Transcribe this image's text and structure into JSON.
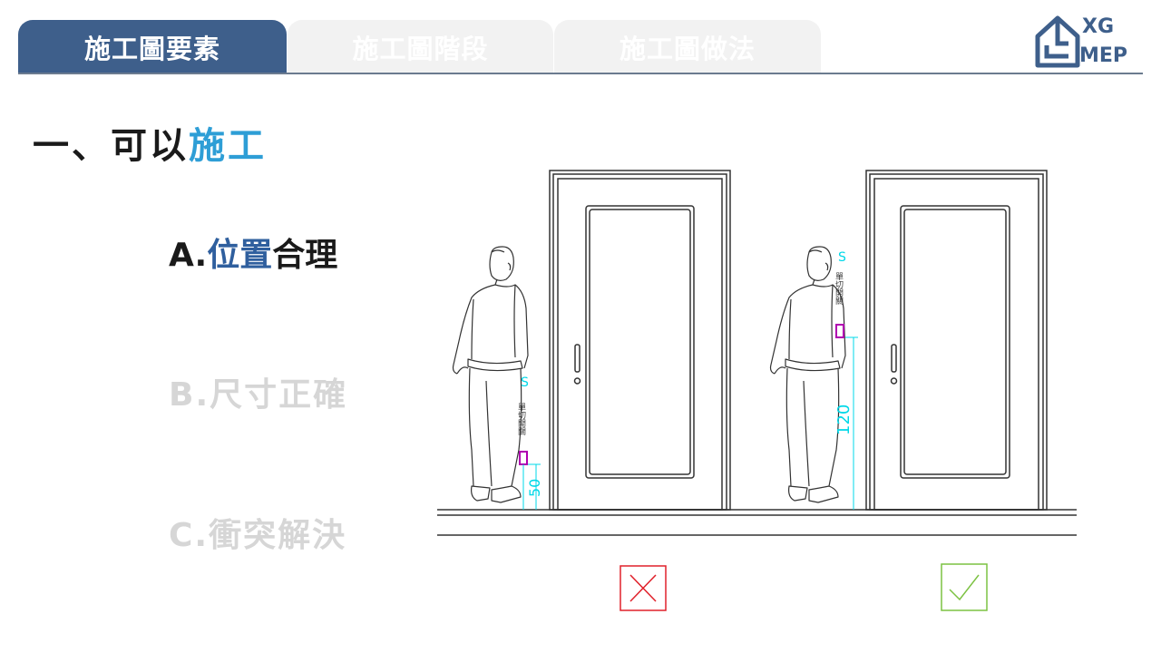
{
  "tabs": [
    {
      "label": "施工圖要素",
      "active": true
    },
    {
      "label": "施工圖階段",
      "active": false
    },
    {
      "label": "施工圖做法",
      "active": false
    }
  ],
  "logo": {
    "line1": "XG",
    "line2": "MEP"
  },
  "heading": {
    "prefix": "一、可以",
    "highlight": "施工"
  },
  "items": {
    "a": {
      "prefix": "A.",
      "highlight": "位置",
      "suffix": "合理"
    },
    "b": {
      "label": "B.尺寸正確"
    },
    "c": {
      "label": "C.衝突解決"
    }
  },
  "drawing": {
    "switch_symbol": "S",
    "switch_label": "單切開關",
    "left_dimension": "50",
    "right_dimension": "120",
    "wrong_mark": "✕",
    "right_mark": "✓"
  },
  "colors": {
    "primary": "#3e5f8b",
    "accent": "#2e9ed6",
    "cyan": "#00d8e8",
    "magenta": "#b000b0",
    "wrong": "#e0202a",
    "right": "#7cc242"
  }
}
